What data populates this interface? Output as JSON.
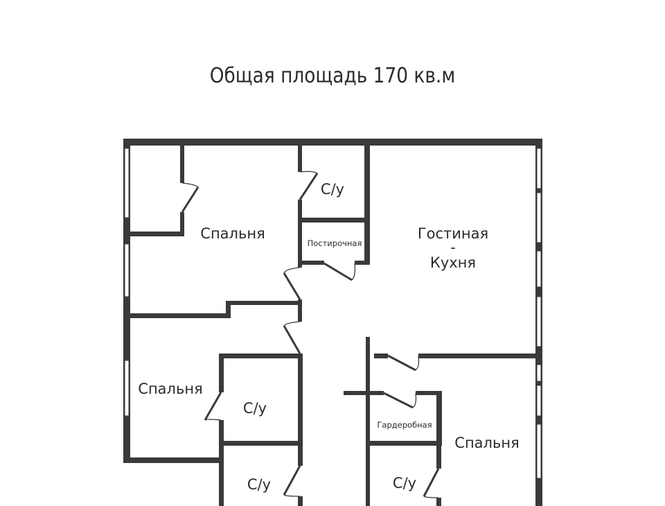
{
  "header": {
    "title": "Общая площадь 170 кв.м"
  },
  "rooms": {
    "bedroom_top": "Спальня",
    "wc_top": "С/у",
    "laundry": "Постирочная",
    "living_kitchen_line1": "Гостиная",
    "living_kitchen_line2": "-",
    "living_kitchen_line3": "Кухня",
    "bedroom_left": "Спальня",
    "wc_middle": "С/у",
    "wc_bottom_left": "С/у",
    "wardrobe": "Гардеробная",
    "bedroom_right": "Спальня",
    "wc_bottom_right": "С/у"
  },
  "colors": {
    "wall": "#3a3a3a",
    "background": "#ffffff",
    "text": "#2b2b2b"
  }
}
